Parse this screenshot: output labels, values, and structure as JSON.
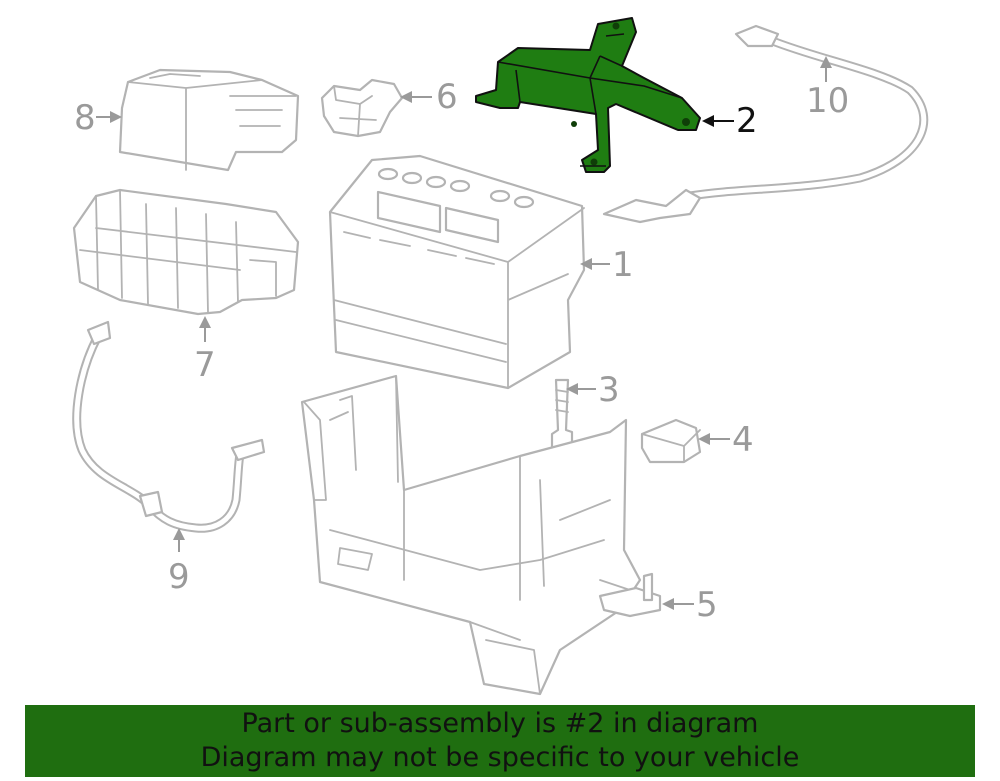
{
  "callouts": {
    "c1": "1",
    "c2": "2",
    "c3": "3",
    "c4": "4",
    "c5": "5",
    "c6": "6",
    "c7": "7",
    "c8": "8",
    "c9": "9",
    "c10": "10"
  },
  "highlight": {
    "part_number": "2",
    "color": "#1f7d12"
  },
  "banner": {
    "line1": "Part or sub-assembly is #2 in diagram",
    "line2": "Diagram may not be specific to your vehicle",
    "background": "#1f6e10"
  }
}
